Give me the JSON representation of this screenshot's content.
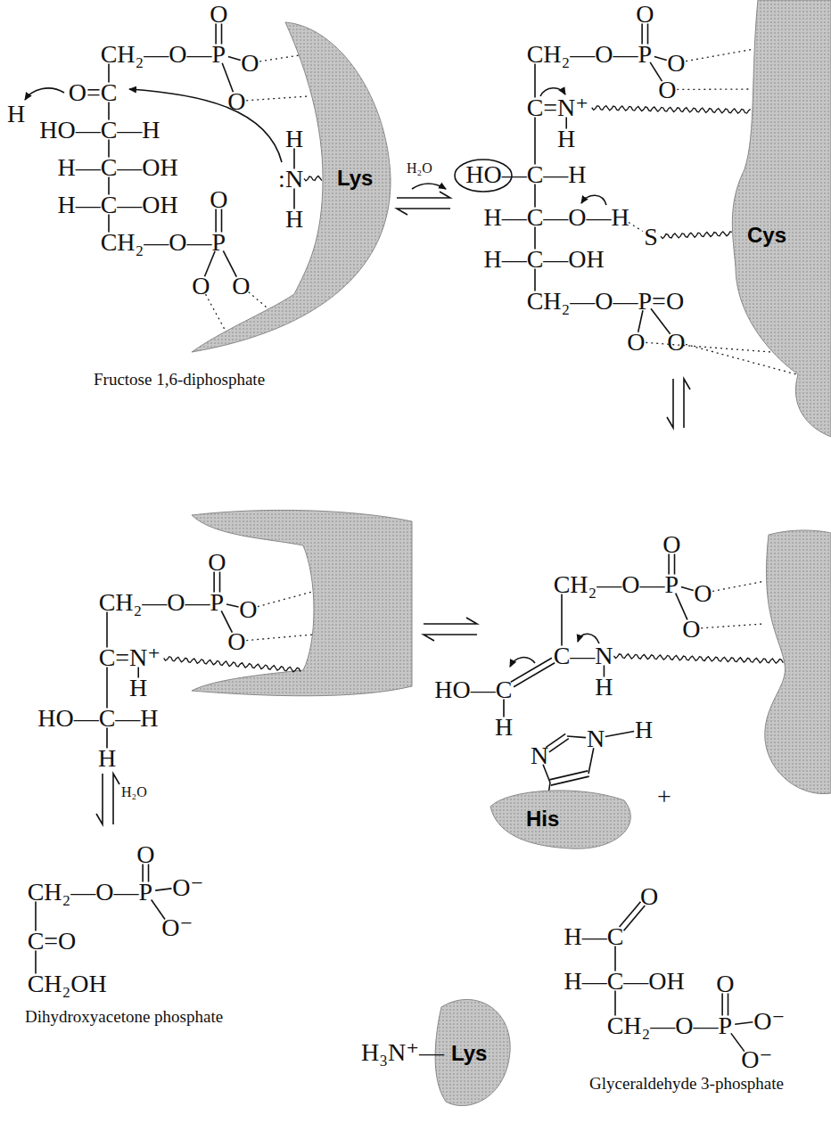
{
  "diagram": {
    "nodes": [
      {
        "text": [
          "Lys"
        ]
      },
      {
        "text": [
          "Cys"
        ]
      },
      {
        "text": [
          "His"
        ]
      },
      {
        "text": [
          "Lys"
        ]
      }
    ],
    "labels": [
      "O",
      "CH₂—O—P",
      "O",
      "O",
      "H",
      "O=C",
      "HO—C—H",
      "H—C—OH",
      "H—C—OH",
      "CH₂—O—P",
      "O",
      "O",
      "O",
      ":N",
      "H",
      "H",
      "Fructose 1,6-diphosphate",
      "H₂O",
      "O",
      "CH₂—O—P",
      "O",
      "O",
      "C=N⁺",
      "H",
      "HO—C—H",
      "H—C—O—H",
      "S",
      "H—C—OH",
      "CH₂—O—P=O",
      "O",
      "O",
      "O",
      "CH₂—O—P",
      "O",
      "O",
      "C=N⁺",
      "H",
      "HO—C—H",
      "H",
      "H₂O",
      "O",
      "CH₂—O—P",
      "O⁻",
      "O⁻",
      "C=O",
      "CH₂OH",
      "Dihydroxyacetone phosphate",
      "H₃N⁺—",
      "O",
      "CH₂—O—P",
      "O",
      "O",
      "C—N",
      "H",
      "HO—C",
      "H",
      "N",
      "N",
      "H",
      "+",
      "O",
      "H—C",
      "H—C—OH",
      "CH₂—O—P",
      "O",
      "O⁻",
      "O⁻",
      "Glyceraldehyde 3-phosphate"
    ]
  }
}
